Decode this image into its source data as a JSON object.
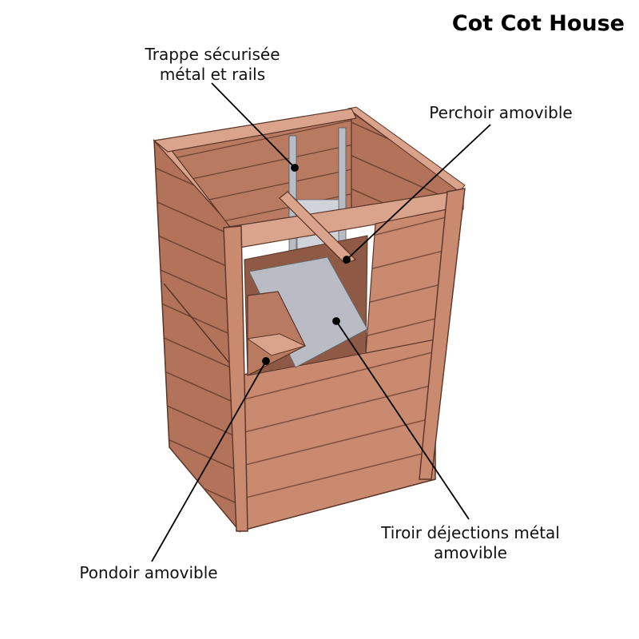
{
  "brand": {
    "name": "Cot Cot House"
  },
  "callouts": {
    "trappe": {
      "line1": "Trappe sécurisée",
      "line2": "métal et rails"
    },
    "perchoir": {
      "line1": "Perchoir amovible"
    },
    "tiroir": {
      "line1": "Tiroir déjections métal",
      "line2": "amovible"
    },
    "pondoir": {
      "line1": "Pondoir amovible"
    }
  },
  "colors": {
    "wood_front": "#c98a70",
    "wood_side": "#b3735b",
    "wood_top": "#d9a48b",
    "plank_line": "#6b3f2e",
    "metal": "#b9bcc4",
    "interior_dark": "#8e5a45"
  }
}
